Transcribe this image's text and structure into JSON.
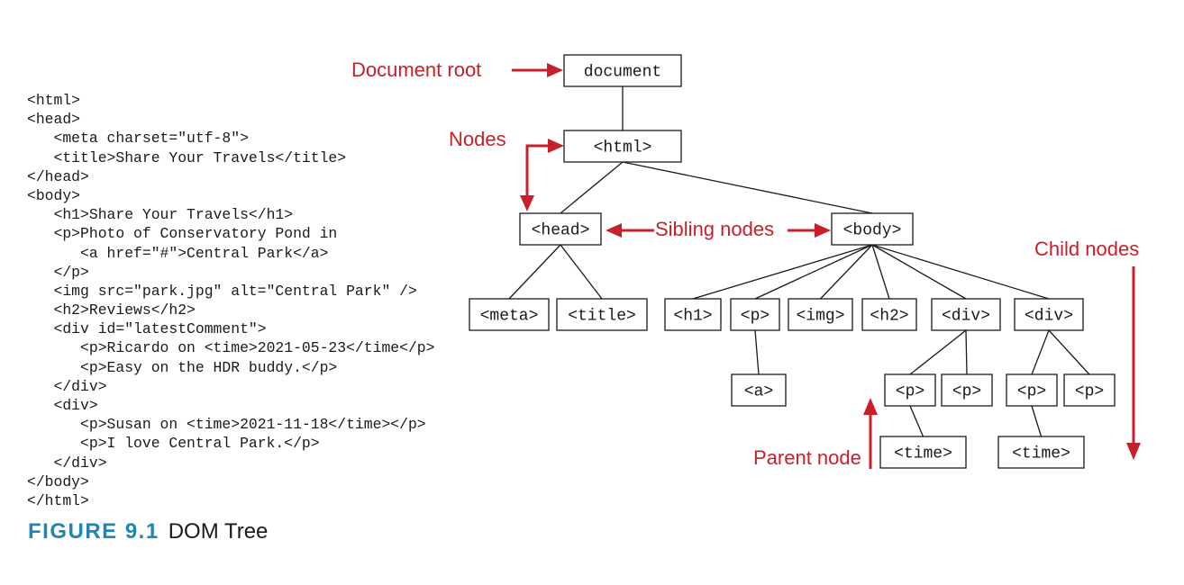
{
  "code_lines": [
    "<html>",
    "<head>",
    "   <meta charset=\"utf-8\">",
    "   <title>Share Your Travels</title>",
    "</head>",
    "<body>",
    "   <h1>Share Your Travels</h1>",
    "   <p>Photo of Conservatory Pond in",
    "      <a href=\"#\">Central Park</a>",
    "   </p>",
    "   <img src=\"park.jpg\" alt=\"Central Park\" />",
    "   <h2>Reviews</h2>",
    "   <div id=\"latestComment\">",
    "      <p>Ricardo on <time>2021-05-23</time</p>",
    "      <p>Easy on the HDR buddy.</p>",
    "   </div>",
    "   <div>",
    "      <p>Susan on <time>2021-11-18</time></p>",
    "      <p>I love Central Park.</p>",
    "   </div>",
    "</body>",
    "</html>"
  ],
  "caption": {
    "figure_number": "FIGURE 9.1",
    "title": "DOM Tree"
  },
  "tree": {
    "nodes": {
      "document": "document",
      "html": "<html>",
      "head": "<head>",
      "body": "<body>",
      "meta": "<meta>",
      "title": "<title>",
      "h1": "<h1>",
      "p": "<p>",
      "img": "<img>",
      "h2": "<h2>",
      "div1": "<div>",
      "div2": "<div>",
      "a": "<a>",
      "div1_p1": "<p>",
      "div1_p2": "<p>",
      "div2_p1": "<p>",
      "div2_p2": "<p>",
      "time1": "<time>",
      "time2": "<time>"
    },
    "edges": [
      [
        "document",
        "html"
      ],
      [
        "html",
        "head"
      ],
      [
        "html",
        "body"
      ],
      [
        "head",
        "meta"
      ],
      [
        "head",
        "title"
      ],
      [
        "body",
        "h1"
      ],
      [
        "body",
        "p"
      ],
      [
        "body",
        "img"
      ],
      [
        "body",
        "h2"
      ],
      [
        "body",
        "div1"
      ],
      [
        "body",
        "div2"
      ],
      [
        "p",
        "a"
      ],
      [
        "div1",
        "div1_p1"
      ],
      [
        "div1",
        "div1_p2"
      ],
      [
        "div2",
        "div2_p1"
      ],
      [
        "div2",
        "div2_p2"
      ],
      [
        "div1_p1",
        "time1"
      ],
      [
        "div2_p1",
        "time2"
      ]
    ]
  },
  "annotations": {
    "document_root": "Document root",
    "nodes": "Nodes",
    "sibling_nodes": "Sibling nodes",
    "child_nodes": "Child nodes",
    "parent_node": "Parent node"
  },
  "colors": {
    "annotation": "#c8202b",
    "figure_number": "#1f86b4",
    "text": "#1a1a1a"
  }
}
